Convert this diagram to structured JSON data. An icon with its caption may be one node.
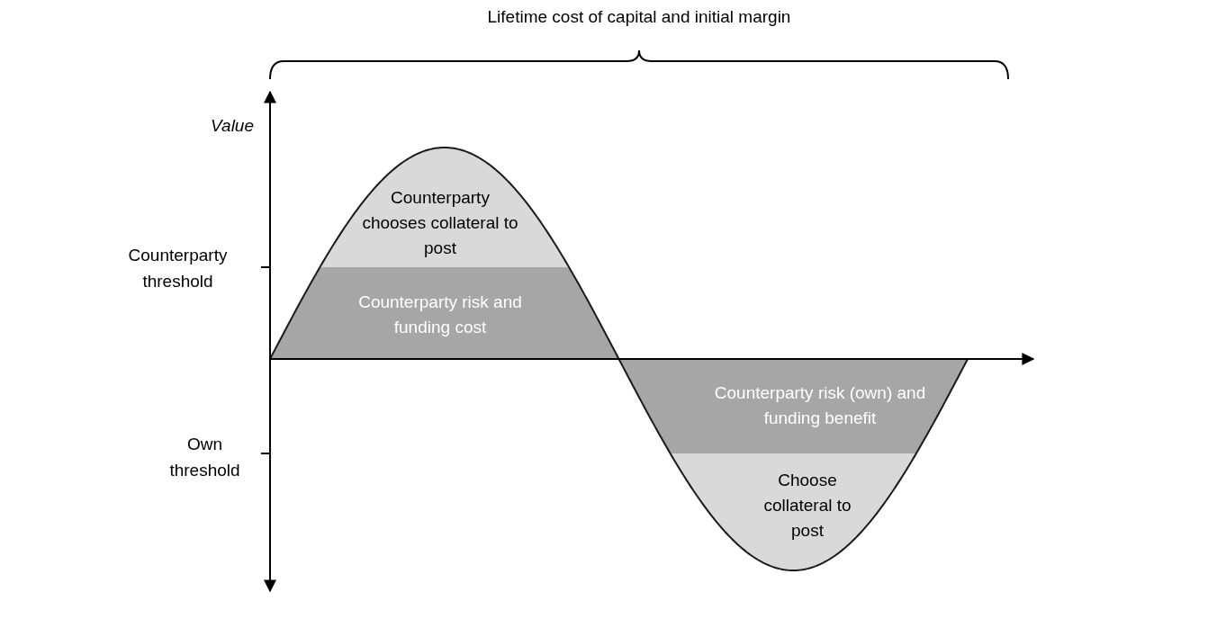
{
  "diagram": {
    "nodes": [
      {
        "text": [
          "Counterparty chooses collateral to post"
        ]
      },
      {
        "text": [
          "Counterparty risk and funding cost"
        ]
      },
      {
        "text": [
          "Counterparty risk (own) and funding benefit"
        ]
      },
      {
        "text": [
          "Choose collateral to post"
        ]
      }
    ],
    "labels": [
      "Lifetime cost of capital and initial margin",
      "Value",
      "Counterparty threshold",
      "Own threshold"
    ]
  }
}
